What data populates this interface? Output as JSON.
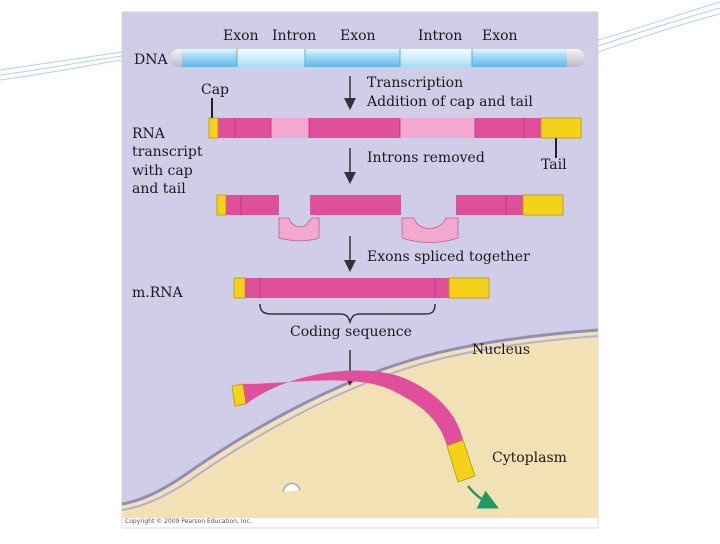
{
  "labels": {
    "exon_1": "Exon",
    "intron_1": "Intron",
    "exon_2": "Exon",
    "intron_2": "Intron",
    "exon_3": "Exon",
    "dna": "DNA",
    "cap": "Cap",
    "transcription": "Transcription",
    "addition": "Addition of cap and tail",
    "rna_line1": "RNA",
    "rna_line2": "transcript",
    "rna_line3": "with cap",
    "rna_line4": "and tail",
    "introns_removed": "Introns removed",
    "tail": "Tail",
    "exons_spliced": "Exons spliced together",
    "mrna": "m.RNA",
    "coding_sequence": "Coding sequence",
    "nucleus": "Nucleus",
    "cytoplasm": "Cytoplasm",
    "copyright": "Copyright © 2009 Pearson Education, Inc."
  },
  "colors": {
    "nucleus_fill": "#cfcde8",
    "cytoplasm_fill": "#f3e1b6",
    "exon_pink": "#e04f9b",
    "intron_pink": "#f2a8cf",
    "cap_tail_yellow": "#f4d21a",
    "dna_blue": "#8fd0f2",
    "dna_blue_light": "#c9ebfb",
    "export_arrow": "#1f9a62"
  }
}
